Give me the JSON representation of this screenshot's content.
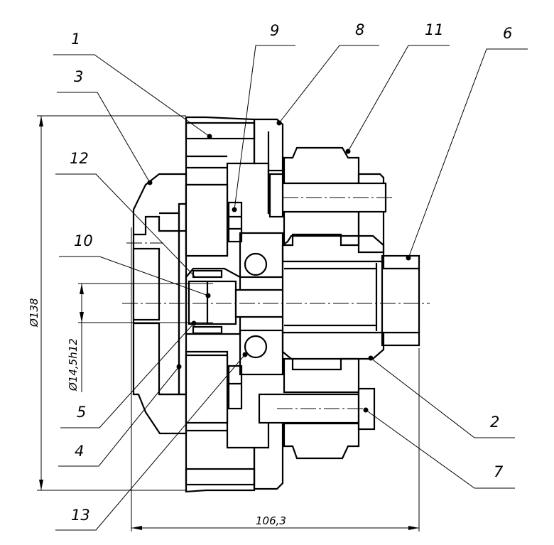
{
  "drawing": {
    "title": "Assembly section view",
    "line_color": "#000000",
    "background": "#ffffff"
  },
  "callouts": [
    {
      "id": "1",
      "label": "1"
    },
    {
      "id": "3",
      "label": "3"
    },
    {
      "id": "12",
      "label": "12"
    },
    {
      "id": "10",
      "label": "10"
    },
    {
      "id": "9",
      "label": "9"
    },
    {
      "id": "8",
      "label": "8"
    },
    {
      "id": "11",
      "label": "11"
    },
    {
      "id": "6",
      "label": "6"
    },
    {
      "id": "5",
      "label": "5"
    },
    {
      "id": "4",
      "label": "4"
    },
    {
      "id": "13",
      "label": "13"
    },
    {
      "id": "2",
      "label": "2"
    },
    {
      "id": "7",
      "label": "7"
    }
  ],
  "dimensions": {
    "outer_diameter": "Ø138",
    "shaft_diameter": "Ø14,5h12",
    "overall_length": "106,3"
  }
}
